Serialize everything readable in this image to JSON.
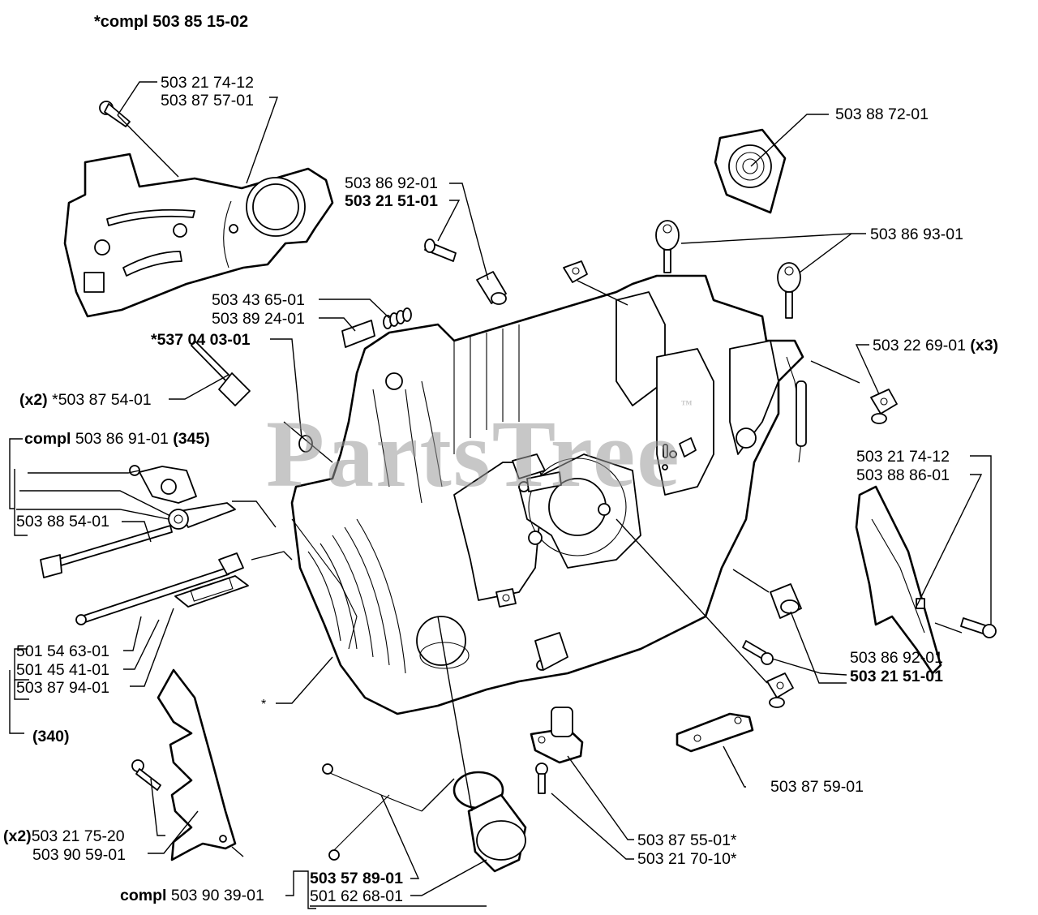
{
  "title": "*compl 503 85 15-02",
  "watermark": "PartsTree",
  "watermark_tm": "™",
  "labels": {
    "clutch_cover_screw": "503 21 74-12",
    "clutch_cover": "503 87 57-01",
    "air_filter": "503 88 72-01",
    "sleeve": "503 86 92-01",
    "sleeve_screw": "503 21 51-01",
    "knob": "503 86 93-01",
    "spring": "503 43 65-01",
    "pad": "503 89 24-01",
    "bushing": "*537 04 03-01",
    "clip_nut": "503 22 69-01",
    "clip_nut_qty": "(x3)",
    "guide_bolt_qty": "(x2)",
    "guide_bolt": "*503 87 54-01",
    "tensioner_compl_prefix": "compl",
    "tensioner_compl": "503 86 91-01",
    "tensioner_ref": "(345)",
    "tensioner_screw": "503 88 54-01",
    "side_plate_screw": "503 21 74-12",
    "side_plate": "503 88 86-01",
    "oil_pump_screw_1": "501 54 63-01",
    "oil_pump_spring": "501 45 41-01",
    "oil_pump_seal": "503 87 94-01",
    "oil_pump_ref": "(340)",
    "crankcase_star": "*",
    "sleeve_2": "503 86 92-01",
    "sleeve_screw_2": "503 21 51-01",
    "bracket": "503 87 59-01",
    "oil_filter_holder": "503 87 55-01*",
    "oil_filter_screw": "503 21 70-10*",
    "spike_screw_qty": "(x2)",
    "spike_screw": "503 21 75-20",
    "bumper_spike": "503 90 59-01",
    "cap_compl_prefix": "compl",
    "cap_compl": "503 90 39-01",
    "cap_strap": "503 57 89-01",
    "cap_seal": "501 62 68-01"
  }
}
